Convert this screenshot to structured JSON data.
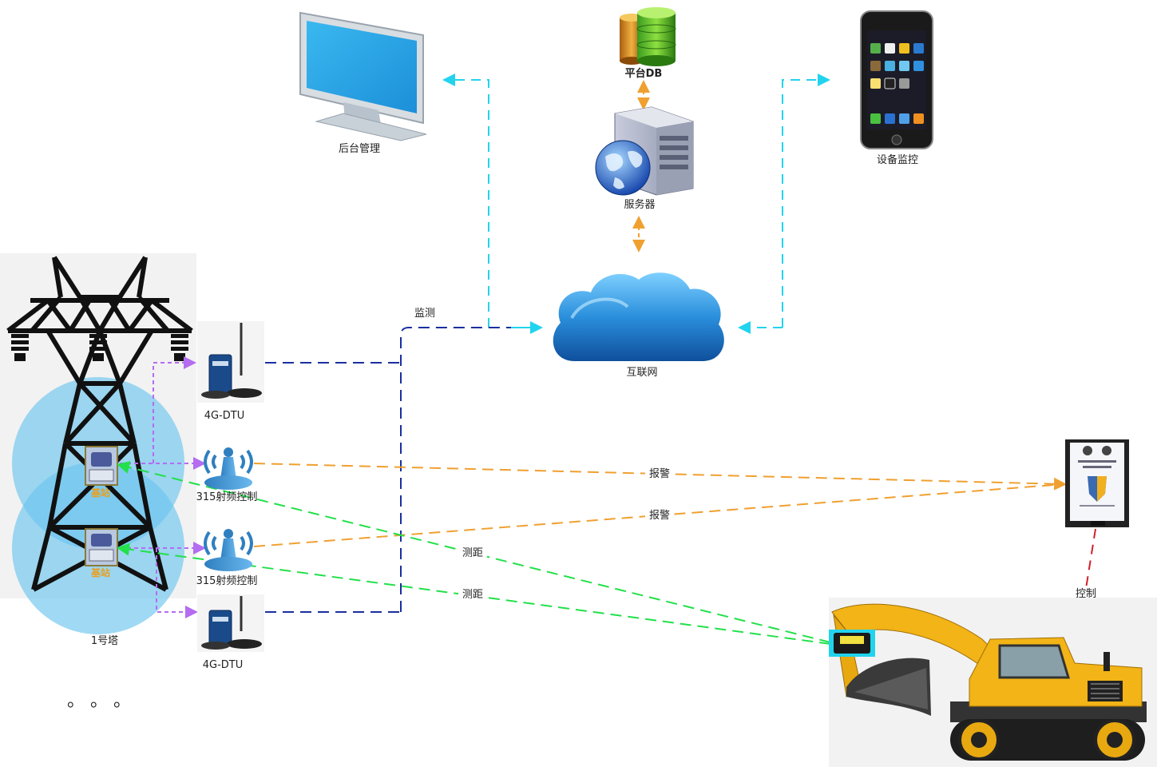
{
  "nodes": {
    "backend": "后台管理",
    "platform_db": "平台DB",
    "server": "服务器",
    "device_monitor": "设备监控",
    "internet": "互联网",
    "dtu_top": "4G-DTU",
    "dtu_bottom": "4G-DTU",
    "rf_top": "315射频控制",
    "rf_bottom": "315射频控制",
    "base_station_top": "基站",
    "base_station_bottom": "基站",
    "tower": "1号塔",
    "more": "。。。"
  },
  "edges": {
    "monitor": "监测",
    "alarm_top": "报警",
    "alarm_bottom": "报警",
    "range_top": "测距",
    "range_bottom": "测距",
    "control": "控制"
  },
  "colors": {
    "cyan_link": "#22d3ee",
    "orange_link": "#f0a030",
    "blue_link": "#1a2fa0",
    "purple_link": "#b46cf0",
    "green_link": "#22e04a",
    "red_link": "#d0202a",
    "coverage": "#6cc4ee"
  }
}
